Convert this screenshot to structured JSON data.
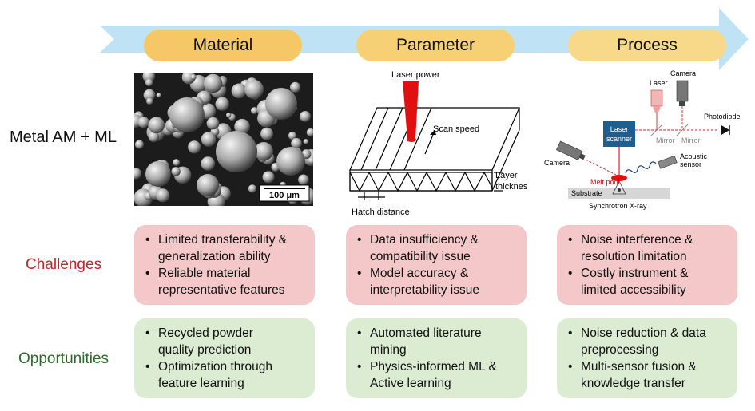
{
  "header": {
    "stages": [
      "Material",
      "Parameter",
      "Process"
    ],
    "arrow_color": "#bfe3f4",
    "pill_color": "#f5c766"
  },
  "left_label": "Metal AM + ML",
  "material_image": {
    "scale_bar": "100 μm"
  },
  "parameter_diagram": {
    "laser_power": "Laser power",
    "scan_speed": "Scan speed",
    "layer_thickness_1": "Layer",
    "layer_thickness_2": "thickness",
    "hatch_distance": "Hatch distance"
  },
  "process_diagram": {
    "laser": "Laser",
    "camera_top": "Camera",
    "photodiode": "Photodiode",
    "laser_scanner_1": "Laser",
    "laser_scanner_2": "scanner",
    "mirror_1": "Mirror",
    "mirror_2": "Mirror",
    "camera_left": "Camera",
    "acoustic_1": "Acoustic",
    "acoustic_2": "sensor",
    "melt_pool": "Melt pool",
    "substrate": "Substrate",
    "synchrotron": "Synchrotron X-ray"
  },
  "challenges": {
    "label": "Challenges",
    "label_color": "#c0262c",
    "material": [
      {
        "l1": "Limited transferability &",
        "l2": "generalization ability"
      },
      {
        "l1": "Reliable material",
        "l2": "representative features"
      }
    ],
    "parameter": [
      {
        "l1": "Data insufficiency &",
        "l2": "compatibility issue"
      },
      {
        "l1": "Model accuracy &",
        "l2": "interpretability issue"
      }
    ],
    "process": [
      {
        "l1": "Noise interference &",
        "l2": "resolution limitation"
      },
      {
        "l1": "Costly instrument &",
        "l2": "limited accessibility"
      }
    ]
  },
  "opportunities": {
    "label": "Opportunities",
    "label_color": "#2e6b2a",
    "material": [
      {
        "l1": "Recycled powder",
        "l2": "quality prediction"
      },
      {
        "l1": "Optimization through",
        "l2": "feature learning"
      }
    ],
    "parameter": [
      {
        "l1": "Automated literature",
        "l2": "mining"
      },
      {
        "l1": "Physics-informed ML &",
        "l2": "Active learning"
      }
    ],
    "process": [
      {
        "l1": "Noise reduction & data",
        "l2": "preprocessing"
      },
      {
        "l1": "Multi-sensor fusion &",
        "l2": "knowledge transfer"
      }
    ]
  }
}
